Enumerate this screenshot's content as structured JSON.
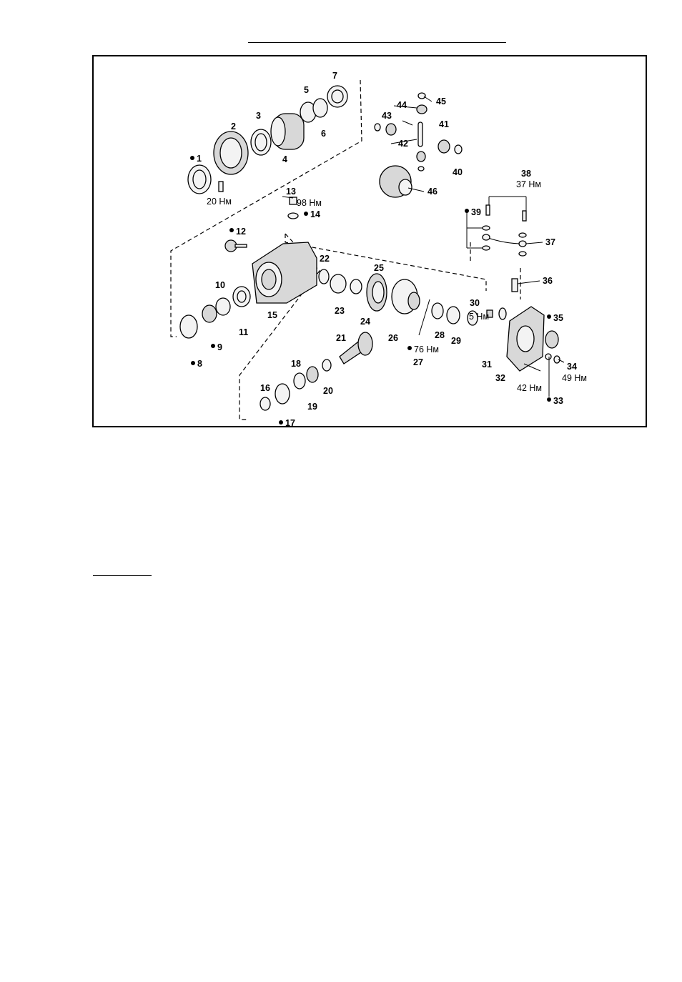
{
  "diagram": {
    "callouts": [
      {
        "num": "1",
        "dot": true
      },
      {
        "num": "2",
        "dot": false
      },
      {
        "num": "3",
        "dot": false
      },
      {
        "num": "4",
        "dot": false
      },
      {
        "num": "5",
        "dot": false
      },
      {
        "num": "6",
        "dot": false
      },
      {
        "num": "7",
        "dot": false
      },
      {
        "num": "8",
        "dot": true
      },
      {
        "num": "9",
        "dot": true
      },
      {
        "num": "10",
        "dot": false
      },
      {
        "num": "11",
        "dot": false
      },
      {
        "num": "12",
        "dot": true
      },
      {
        "num": "13",
        "dot": false
      },
      {
        "num": "14",
        "dot": true
      },
      {
        "num": "15",
        "dot": false
      },
      {
        "num": "16",
        "dot": false
      },
      {
        "num": "17",
        "dot": true
      },
      {
        "num": "18",
        "dot": false
      },
      {
        "num": "19",
        "dot": false
      },
      {
        "num": "20",
        "dot": false
      },
      {
        "num": "21",
        "dot": false
      },
      {
        "num": "22",
        "dot": false
      },
      {
        "num": "23",
        "dot": false
      },
      {
        "num": "24",
        "dot": false
      },
      {
        "num": "25",
        "dot": false
      },
      {
        "num": "26",
        "dot": false
      },
      {
        "num": "27",
        "dot": false
      },
      {
        "num": "28",
        "dot": false
      },
      {
        "num": "29",
        "dot": false
      },
      {
        "num": "30",
        "dot": false
      },
      {
        "num": "31",
        "dot": false
      },
      {
        "num": "32",
        "dot": false
      },
      {
        "num": "33",
        "dot": true
      },
      {
        "num": "34",
        "dot": false
      },
      {
        "num": "35",
        "dot": true
      },
      {
        "num": "36",
        "dot": false
      },
      {
        "num": "37",
        "dot": false
      },
      {
        "num": "38",
        "dot": false
      },
      {
        "num": "39",
        "dot": true
      },
      {
        "num": "40",
        "dot": false
      },
      {
        "num": "41",
        "dot": false
      },
      {
        "num": "42",
        "dot": false
      },
      {
        "num": "43",
        "dot": false
      },
      {
        "num": "44",
        "dot": false
      },
      {
        "num": "45",
        "dot": false
      },
      {
        "num": "46",
        "dot": false
      }
    ],
    "torques": {
      "t20": "20 Нм",
      "t98": "98 Нм",
      "t76": "76 Нм",
      "t5": "5 Нм",
      "t42": "42 Нм",
      "t49": "49 Нм",
      "t37": "37 Нм"
    }
  }
}
